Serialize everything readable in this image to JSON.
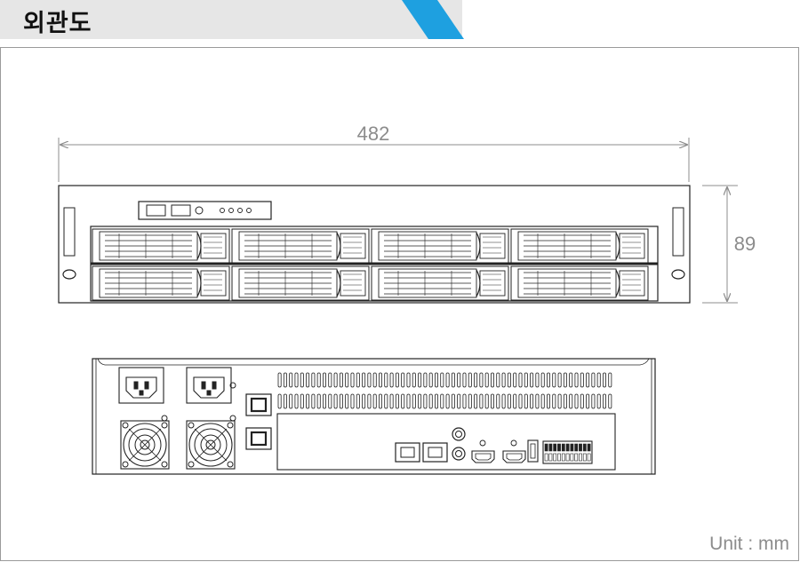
{
  "header": {
    "title": "외관도"
  },
  "dimensions": {
    "width_label": "482",
    "height_label": "89",
    "unit": "Unit : mm"
  },
  "front_view": {
    "drive_bays": 8
  },
  "rear_view": {
    "power_inlets": 2,
    "fans": 2,
    "lan_ports": 2,
    "hdmi_ports": 2
  },
  "colors": {
    "header_bg": "#e6e6e6",
    "accent": "#1ea0e0",
    "line": "#222222",
    "dim": "#8c8c8c"
  }
}
